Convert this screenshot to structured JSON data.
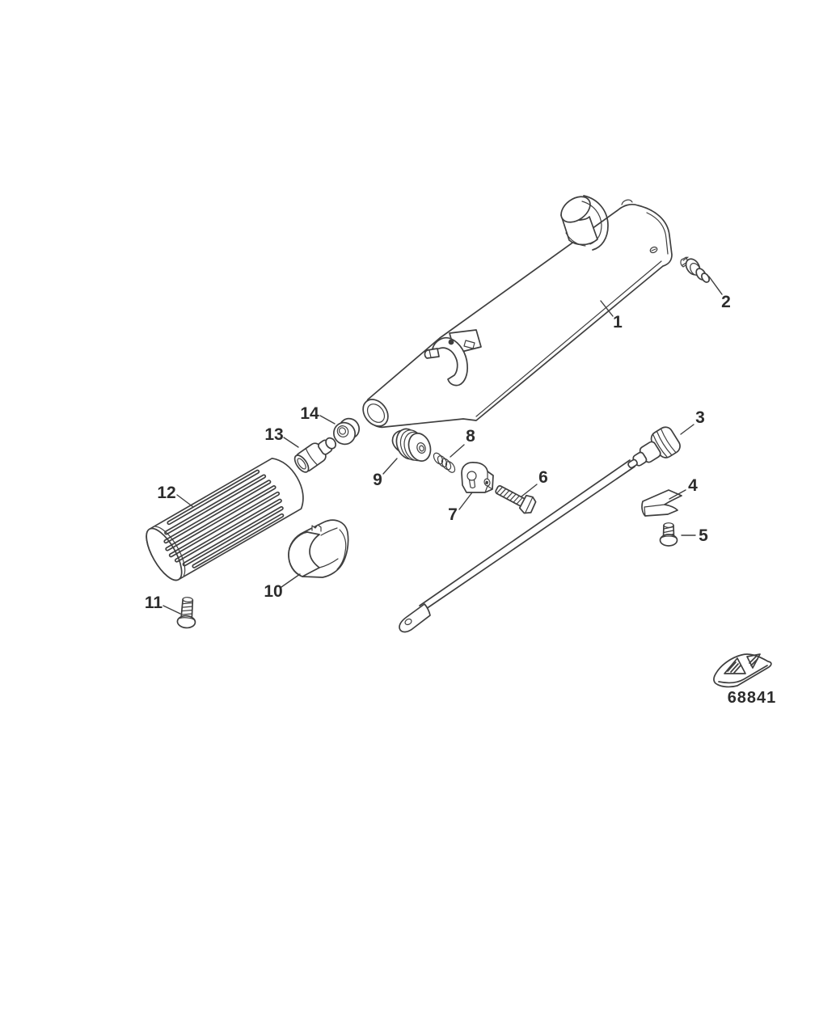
{
  "diagram": {
    "drawing_number": "68841",
    "callouts": [
      {
        "label": "1"
      },
      {
        "label": "2"
      },
      {
        "label": "3"
      },
      {
        "label": "4"
      },
      {
        "label": "5"
      },
      {
        "label": "6"
      },
      {
        "label": "7"
      },
      {
        "label": "8"
      },
      {
        "label": "9"
      },
      {
        "label": "10"
      },
      {
        "label": "11"
      },
      {
        "label": "12"
      },
      {
        "label": "13"
      },
      {
        "label": "14"
      }
    ]
  }
}
